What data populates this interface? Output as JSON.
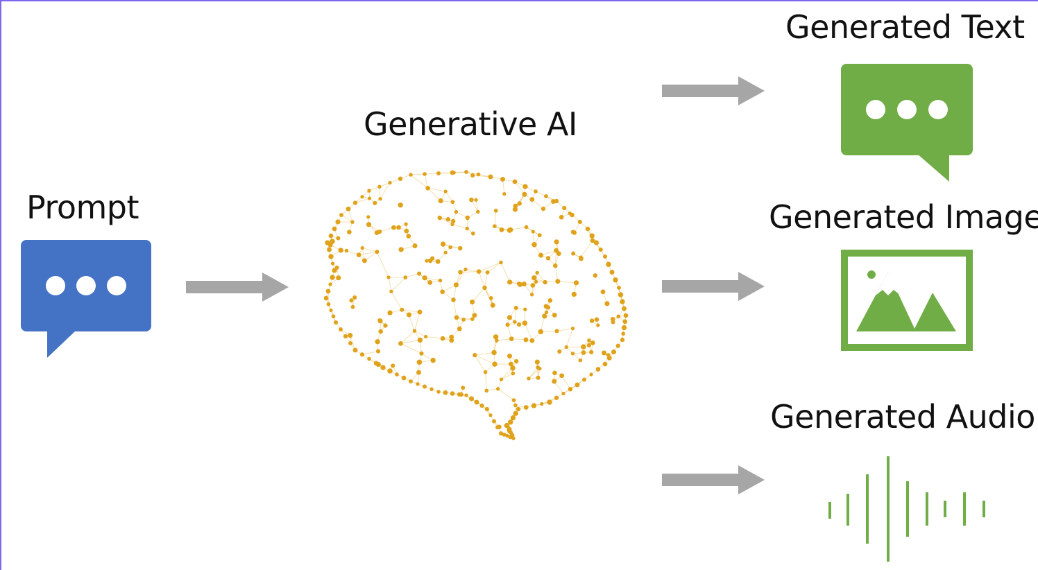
{
  "labels": {
    "prompt": "Prompt",
    "generative_ai": "Generative AI",
    "generated_text": "Generated Text",
    "generated_image": "Generated Image",
    "generated_audio": "Generated Audio"
  },
  "icons": {
    "prompt_icon": "speech-bubble-ellipsis-icon",
    "brain_icon": "neural-network-brain-icon",
    "text_icon": "speech-bubble-ellipsis-icon",
    "image_icon": "landscape-picture-icon",
    "audio_icon": "sound-wave-icon"
  },
  "colors": {
    "prompt_blue": "#4472c4",
    "output_green": "#70ad47",
    "brain_gold": "#e0a21b",
    "arrow_gray": "#a6a6a6",
    "frame_purple": "#7b68ee"
  }
}
